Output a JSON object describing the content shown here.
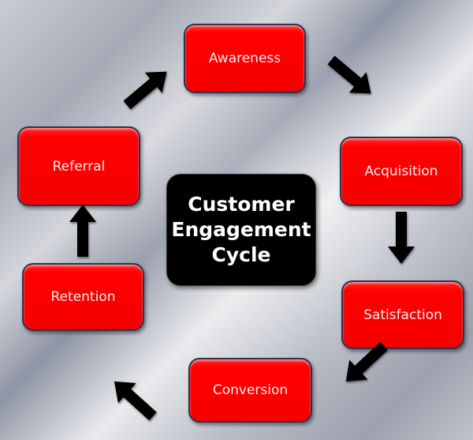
{
  "diagram": {
    "title_lines": [
      "Customer",
      "Engagement",
      "Cycle"
    ],
    "stages": [
      {
        "id": "awareness",
        "label": "Awareness"
      },
      {
        "id": "acquisition",
        "label": "Acquisition"
      },
      {
        "id": "satisfaction",
        "label": "Satisfaction"
      },
      {
        "id": "conversion",
        "label": "Conversion"
      },
      {
        "id": "retention",
        "label": "Retention"
      },
      {
        "id": "referral",
        "label": "Referral"
      }
    ],
    "flow": [
      {
        "from": "awareness",
        "to": "acquisition"
      },
      {
        "from": "acquisition",
        "to": "satisfaction"
      },
      {
        "from": "satisfaction",
        "to": "conversion"
      },
      {
        "from": "conversion",
        "to": "retention"
      },
      {
        "from": "retention",
        "to": "referral"
      },
      {
        "from": "referral",
        "to": "awareness"
      }
    ],
    "colors": {
      "stage_fill": "#ff0000",
      "stage_border": "#2b3350",
      "stage_text": "#ffecec",
      "center_fill": "#000000",
      "center_text": "#ffffff",
      "arrow": "#000000"
    }
  }
}
